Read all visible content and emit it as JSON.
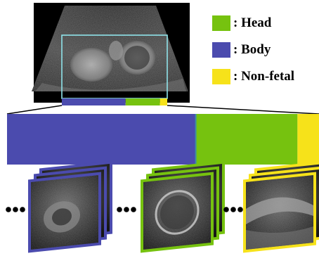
{
  "legend": {
    "items": [
      {
        "key": "head",
        "label": ": Head",
        "color": "#76c20f"
      },
      {
        "key": "body",
        "label": ": Body",
        "color": "#4b4bae"
      },
      {
        "key": "non-fetal",
        "label": ": Non-fetal",
        "color": "#f6e21a"
      }
    ]
  },
  "timeline": {
    "segments": [
      {
        "class": "body",
        "color": "#4b4bae",
        "fraction": 0.605
      },
      {
        "class": "head",
        "color": "#76c20f",
        "fraction": 0.326
      },
      {
        "class": "non-fetal",
        "color": "#f6e21a",
        "fraction": 0.069
      }
    ]
  },
  "frame_stacks": [
    {
      "class": "body",
      "border_color": "#4b4bae"
    },
    {
      "class": "head",
      "border_color": "#76c20f"
    },
    {
      "class": "non-fetal",
      "border_color": "#f6e21a"
    }
  ],
  "roi_box_color": "#8fe3ea"
}
